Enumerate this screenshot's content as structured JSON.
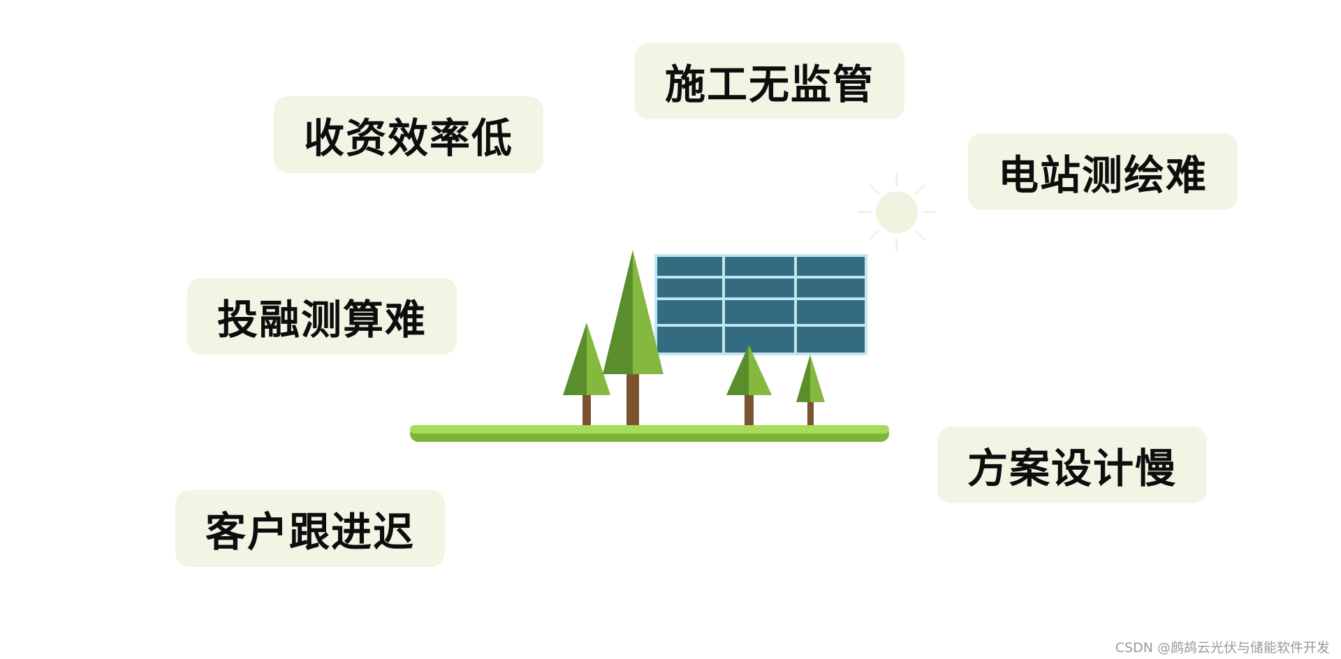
{
  "colors": {
    "tag_background": "#f3f4e3",
    "tag_text": "#0d0d0d",
    "panel_frame": "#bfe7ee",
    "panel_cell": "#336c80",
    "tree_light": "#84b83e",
    "tree_dark": "#5a8e2c",
    "trunk": "#7a5430",
    "ground_light": "#a7dc5a",
    "ground_dark": "#7cb53a",
    "sun": "#f1f2e0",
    "watermark": "#9a9a9a"
  },
  "tags": [
    {
      "label": "收资效率低"
    },
    {
      "label": "施工无监管"
    },
    {
      "label": "电站测绘难"
    },
    {
      "label": "投融测算难"
    },
    {
      "label": "方案设计慢"
    },
    {
      "label": "客户跟进迟"
    }
  ],
  "illustration": {
    "icons": [
      "solar-panel-icon",
      "pine-tree-icon",
      "sun-icon",
      "ground-strip"
    ]
  },
  "watermark": "CSDN @鹧鸪云光伏与储能软件开发"
}
